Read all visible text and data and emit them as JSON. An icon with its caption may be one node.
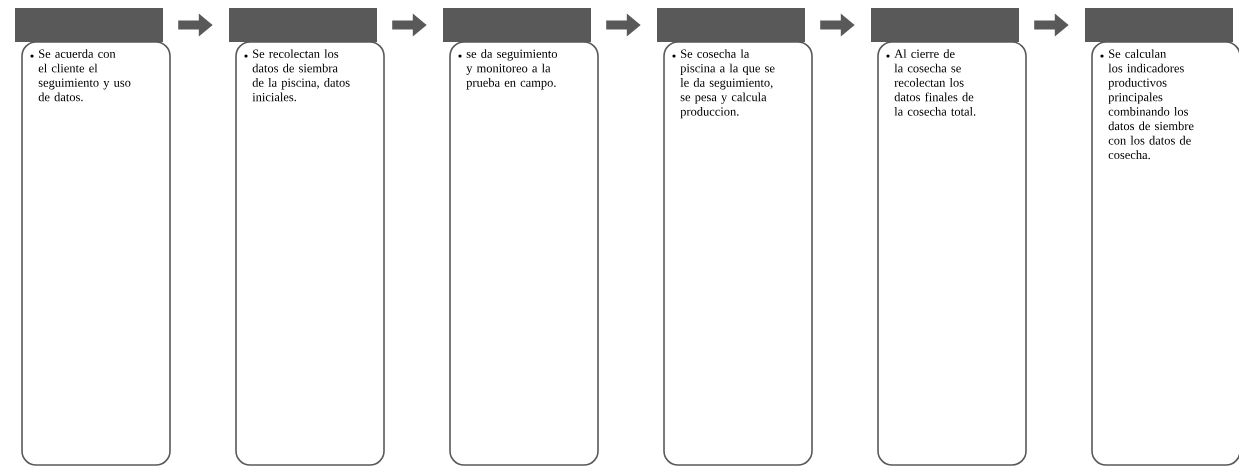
{
  "diagram": {
    "nodes": [
      {
        "text": [],
        "shape": "box"
      },
      {
        "text": [
          "Se acuerda con el cliente el seguimiento y uso de datos."
        ]
      },
      {
        "text": [],
        "shape": "box"
      },
      {
        "text": [
          "Se recolectan los datos de siembra de la piscina, datos iniciales."
        ]
      },
      {
        "text": [],
        "shape": "box"
      },
      {
        "text": [
          "se da seguimiento y monitoreo a la prueba en campo."
        ]
      },
      {
        "text": [],
        "shape": "box"
      },
      {
        "text": [
          "Se cosecha la piscina a la que se le da seguimiento, se pesa y calcula produccion."
        ]
      },
      {
        "text": [],
        "shape": "box"
      },
      {
        "text": [
          "Al cierre de la cosecha se recolectan los datos finales de la cosecha total."
        ]
      },
      {
        "text": [],
        "shape": "box"
      },
      {
        "text": [
          "Se calculan los indicadores productivos principales combinando los datos de siembre con los datos de cosecha."
        ]
      }
    ],
    "edges": [
      {
        "from": 0,
        "to": 2,
        "arrow": "to"
      },
      {
        "from": 2,
        "to": 4,
        "arrow": "to"
      },
      {
        "from": 4,
        "to": 6,
        "arrow": "to"
      },
      {
        "from": 6,
        "to": 8,
        "arrow": "to"
      },
      {
        "from": 8,
        "to": 10,
        "arrow": "to"
      }
    ]
  }
}
